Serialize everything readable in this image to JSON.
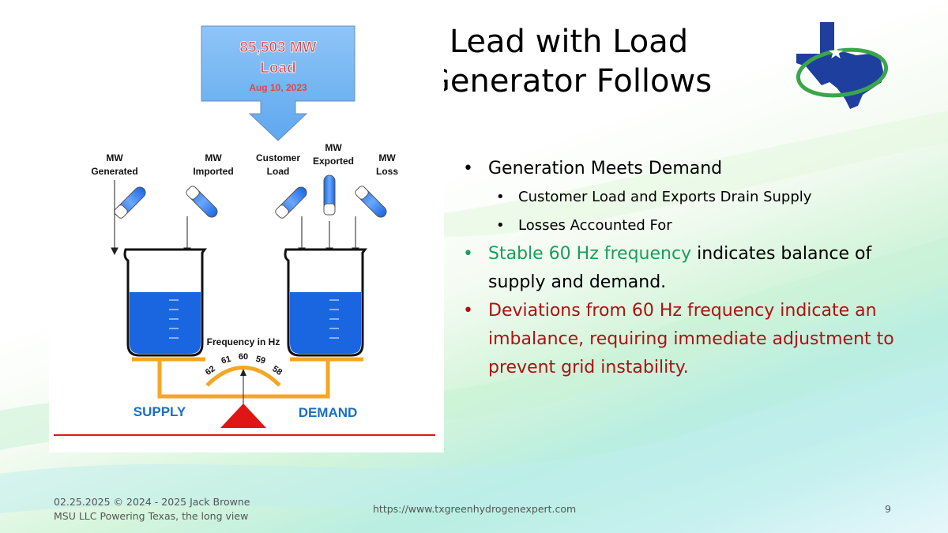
{
  "title": {
    "line1": "Lead with Load",
    "line2": "Generator Follows"
  },
  "diagram": {
    "arrow_callout": {
      "value": "85,503 MW",
      "label": "Load",
      "date": "Aug 10, 2023"
    },
    "inputs": {
      "generated": [
        "MW",
        "Generated"
      ],
      "imported": [
        "MW",
        "Imported"
      ],
      "customer_load": [
        "Customer",
        "Load"
      ],
      "exported": [
        "MW",
        "Exported"
      ],
      "loss": [
        "MW",
        "Loss"
      ]
    },
    "gauge": {
      "title": "Frequency in Hz",
      "ticks": [
        "62",
        "61",
        "60",
        "59",
        "58"
      ]
    },
    "supply_label": "SUPPLY",
    "demand_label": "DEMAND",
    "colors": {
      "liquid": "#1a66e0",
      "scale": "#f5a623",
      "fulcrum": "#e01616",
      "label_blue": "#1a6fc4"
    }
  },
  "bullets": {
    "b1": "Generation Meets Demand",
    "b1a": "Customer Load and Exports Drain Supply",
    "b1b": "Losses Accounted For",
    "b2_highlight": "Stable 60 Hz frequency",
    "b2_rest": " indicates balance of supply and demand.",
    "b3": "Deviations from 60 Hz frequency indicate an imbalance, requiring immediate adjustment to prevent grid instability."
  },
  "footer": {
    "line1": "02.25.2025 © 2024 - 2025 Jack Browne",
    "line2": "MSU LLC Powering Texas, the long view",
    "url": "https://www.txgreenhydrogenexpert.com",
    "page": "9"
  }
}
